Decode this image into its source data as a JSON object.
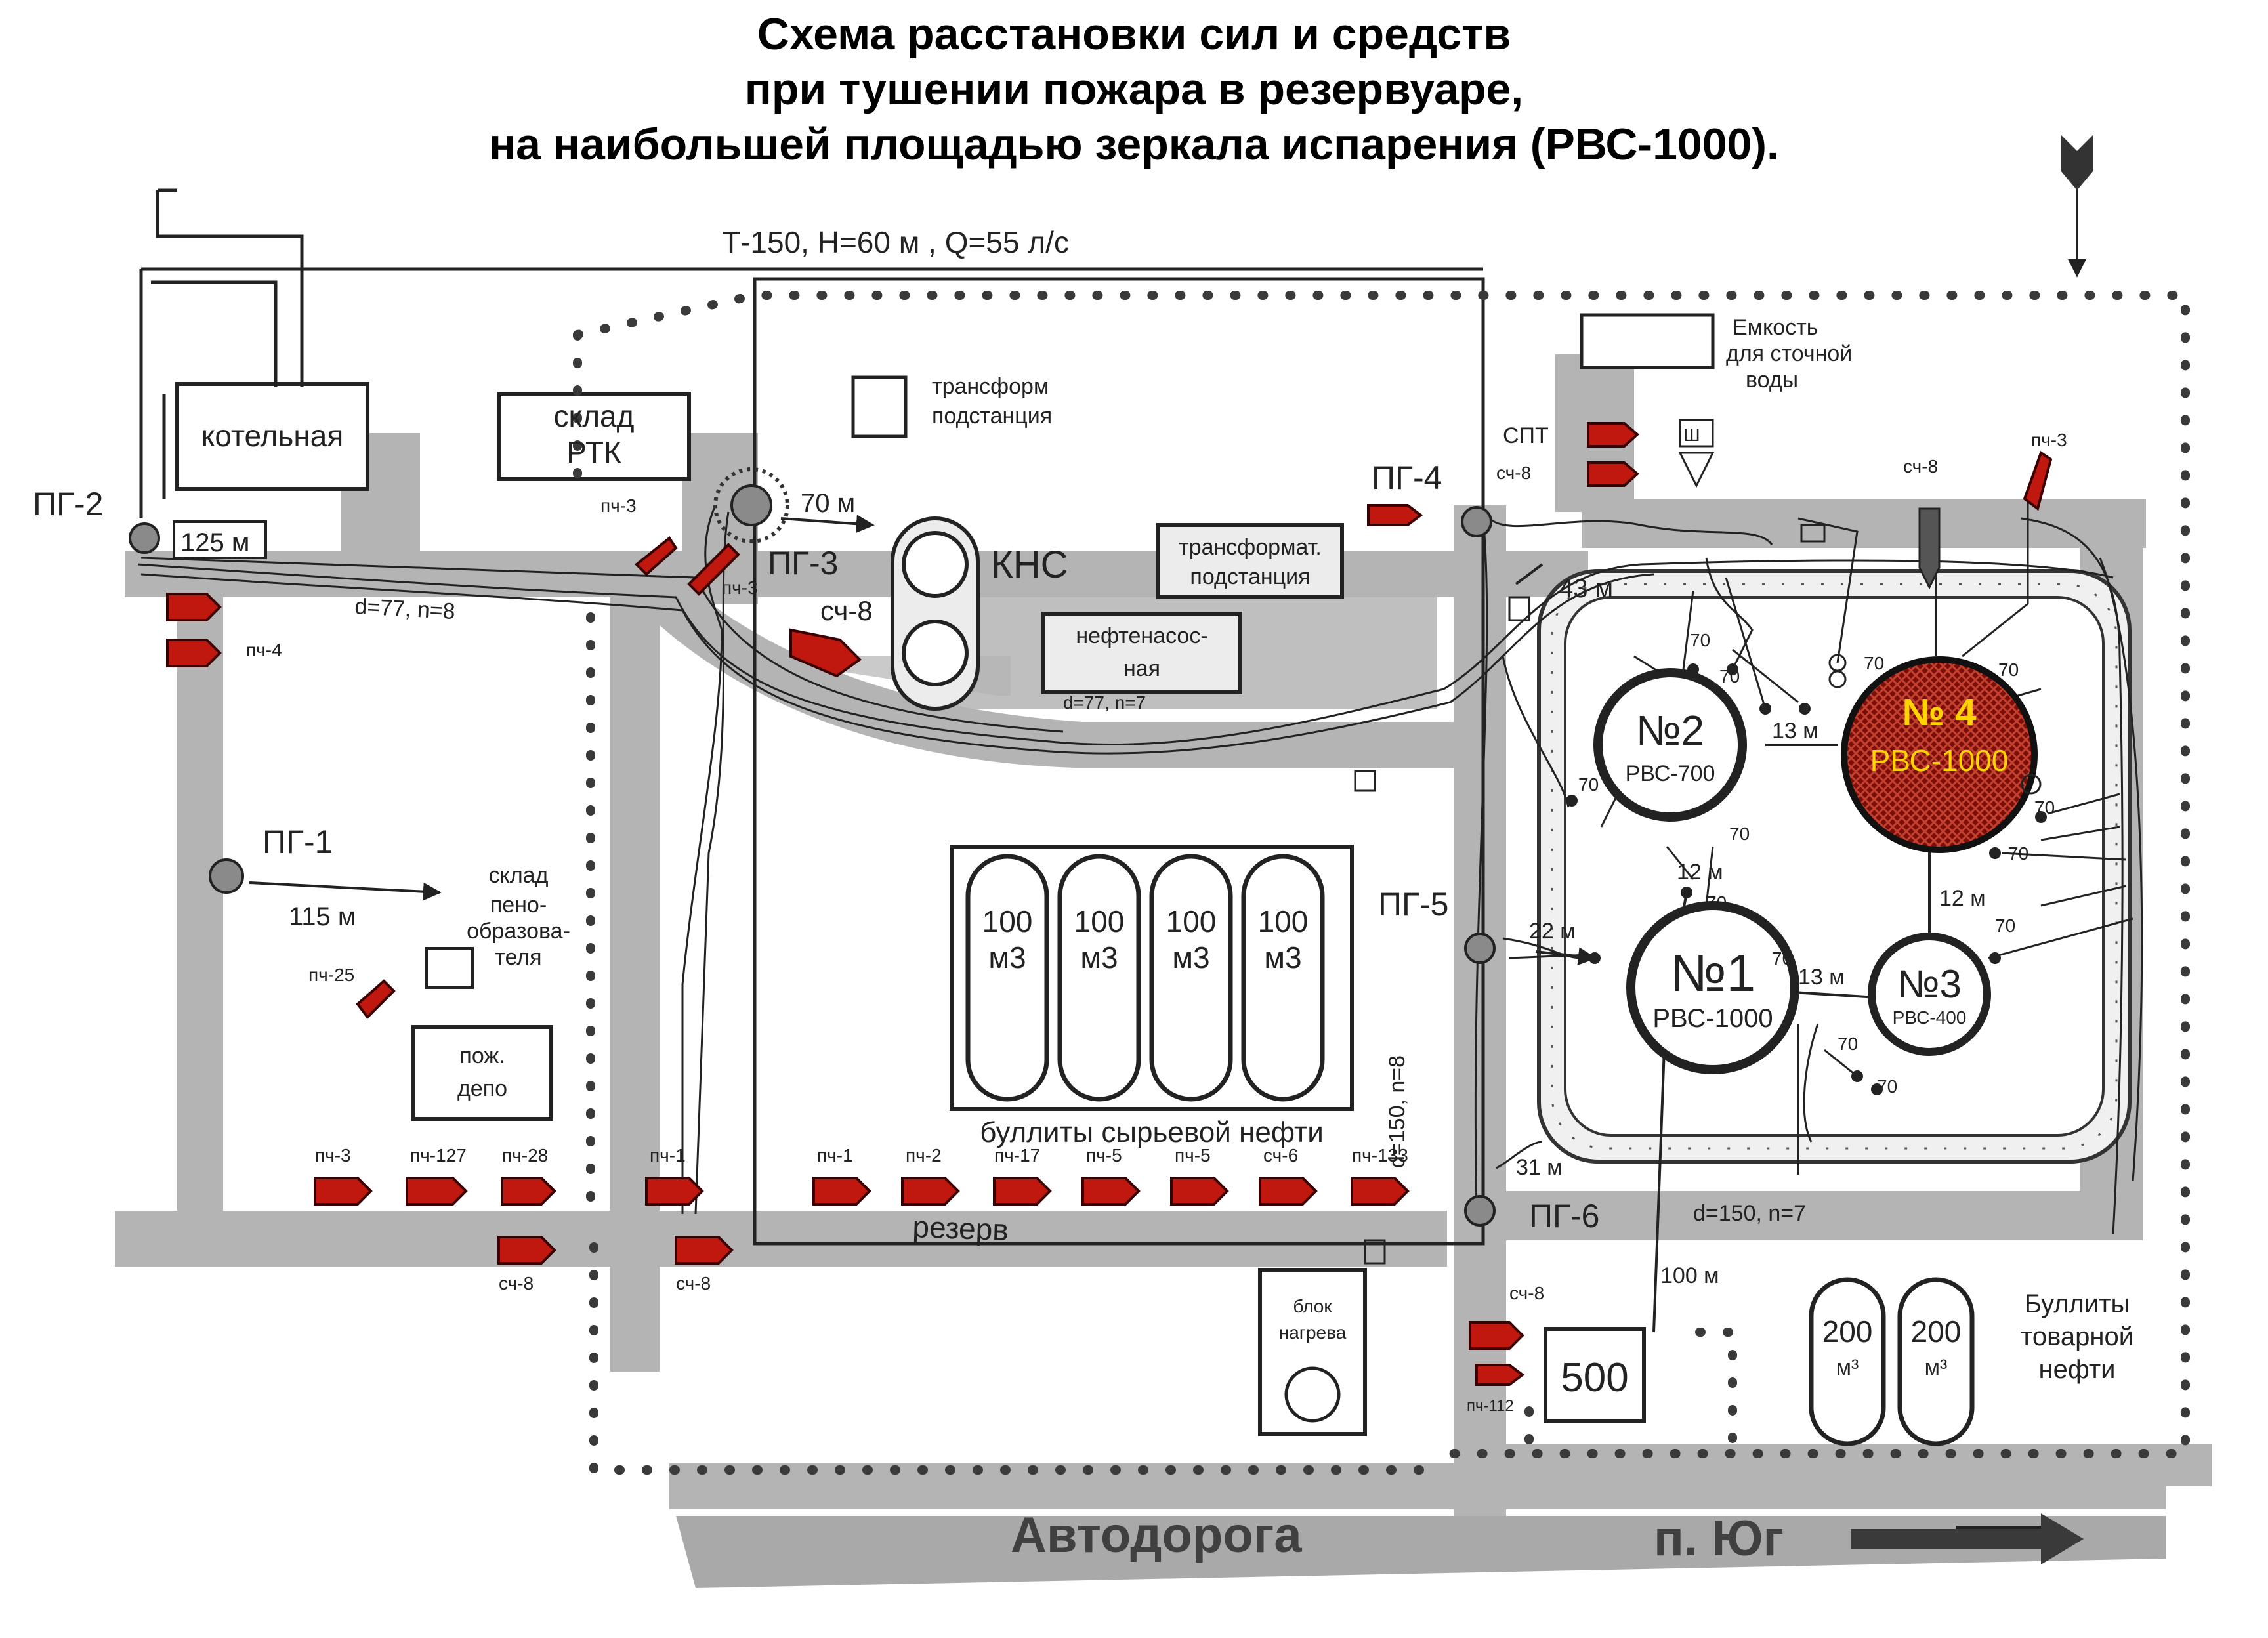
{
  "title": {
    "line1": "Схема расстановки сил и средств",
    "line2": "при тушении пожара в резервуаре,",
    "line3": "на наибольшей площадью зеркала испарения (РВС-1000)."
  },
  "colors": {
    "fire_tank": "#7a0f0a",
    "fire_label": "#ffd400",
    "truck": "#c0180f",
    "road": "#b4b4b4",
    "hose": "#222222"
  },
  "labels": {
    "water_main": "Т-150, Н=60 м  , Q=55 л/с",
    "boiler": "котельная",
    "rtk_1": "склад",
    "rtk_2": "РТК",
    "transformer_top_1": "трансформ",
    "transformer_top_2": "подстанция",
    "kns": "КНС",
    "transformer_mid_1": "трансформат.",
    "transformer_mid_2": "подстанция",
    "pump_1": "нефтенасос-",
    "pump_2": "ная",
    "pipe_label_left": "d=77, n=8",
    "pipe_label_mid": "d=77, n=7",
    "pipe_label_right": "d=150, n=8",
    "pipe_label_bottom": "d=150, n=7",
    "foam_1": "склад",
    "foam_2": "пено-",
    "foam_3": "образова-",
    "foam_4": "теля",
    "depot_1": "пож.",
    "depot_2": "депо",
    "raw_bullets": "буллиты сырьевой нефти",
    "bullet_value": "100",
    "bullet_unit": "м3",
    "reserve": "резерв",
    "heating_1": "блок",
    "heating_2": "нагрева",
    "drain_1": "Емкость",
    "drain_2": "для сточной",
    "drain_3": "воды",
    "commercial_1": "Буллиты",
    "commercial_2": "товарной",
    "commercial_3": "нефти",
    "bullet200_value": "200",
    "bullet200_unit": "м³",
    "tank500": "500",
    "road": "Автодорога",
    "direction": "п. Юг",
    "spt": "СПТ",
    "sh": "Ш"
  },
  "hydrants": {
    "pg1": "ПГ-1",
    "pg2": "ПГ-2",
    "pg3": "ПГ-3",
    "pg4": "ПГ-4",
    "pg5": "ПГ-5",
    "pg6": "ПГ-6"
  },
  "distances": {
    "d125": "125 м",
    "d115": "115 м",
    "d70": "70 м",
    "d43": "43 м",
    "d13a": "13 м",
    "d13b": "13 м",
    "d12a": "12 м",
    "d12b": "12 м",
    "d22": "22 м",
    "d31": "31 м",
    "d100": "100 м",
    "nozzle": "70"
  },
  "tanks": {
    "t1_no": "№1",
    "t1_type": "РВС-1000",
    "t2_no": "№2",
    "t2_type": "РВС-700",
    "t3_no": "№3",
    "t3_type": "РВС-400",
    "t4_no": "№ 4",
    "t4_type": "РВС-1000"
  },
  "units": {
    "pch3_a": "пч-3",
    "pch3_b": "пч-3",
    "pch3_c": "пч-3",
    "pch3_d": "пч-3",
    "pch4": "пч-4",
    "pch25": "пч-25",
    "pch127": "пч-127",
    "pch28": "пч-28",
    "pch1_a": "пч-1",
    "pch1_b": "пч-1",
    "pch2": "пч-2",
    "pch17": "пч-17",
    "pch5_a": "пч-5",
    "pch5_b": "пч-5",
    "sch6": "сч-6",
    "pch133": "пч-133",
    "pch112": "пч-112",
    "sch8_a": "сч-8",
    "sch8_b": "сч-8",
    "sch8_c": "сч-8",
    "sch8_d": "сч-8",
    "sch8_e": "сч-8",
    "sch8_f": "сч-8"
  }
}
